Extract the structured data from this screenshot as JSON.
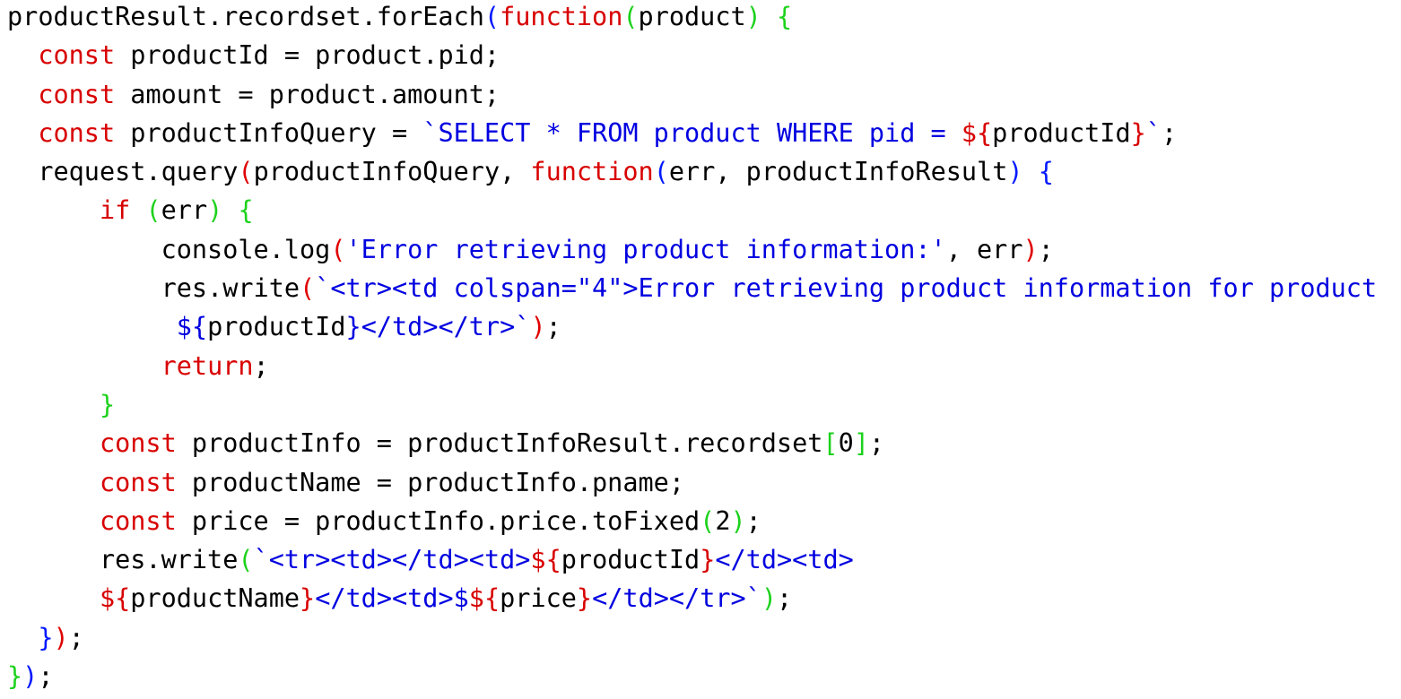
{
  "colors": {
    "plain": "#000000",
    "keyword": "#d80000",
    "string": "#0000e0",
    "bracket_green": "#1cd21c",
    "bracket_blue": "#0018ff",
    "bracket_red": "#e00000"
  },
  "code": {
    "lines": [
      [
        {
          "t": "productResult.recordset.forEach",
          "c": "plain"
        },
        {
          "t": "(",
          "c": "bracket_blue"
        },
        {
          "t": "function",
          "c": "keyword"
        },
        {
          "t": "(",
          "c": "bracket_green"
        },
        {
          "t": "product",
          "c": "plain"
        },
        {
          "t": ")",
          "c": "bracket_green"
        },
        {
          "t": " ",
          "c": "plain"
        },
        {
          "t": "{",
          "c": "bracket_green"
        }
      ],
      [
        {
          "t": "  ",
          "c": "plain"
        },
        {
          "t": "const",
          "c": "keyword"
        },
        {
          "t": " productId = product.pid;",
          "c": "plain"
        }
      ],
      [
        {
          "t": "  ",
          "c": "plain"
        },
        {
          "t": "const",
          "c": "keyword"
        },
        {
          "t": " amount = product.amount;",
          "c": "plain"
        }
      ],
      [
        {
          "t": "  ",
          "c": "plain"
        },
        {
          "t": "const",
          "c": "keyword"
        },
        {
          "t": " productInfoQuery = ",
          "c": "plain"
        },
        {
          "t": "`SELECT * FROM product WHERE pid = ",
          "c": "string"
        },
        {
          "t": "${",
          "c": "keyword"
        },
        {
          "t": "productId",
          "c": "plain"
        },
        {
          "t": "}",
          "c": "keyword"
        },
        {
          "t": "`",
          "c": "string"
        },
        {
          "t": ";",
          "c": "plain"
        }
      ],
      [
        {
          "t": "  request.query",
          "c": "plain"
        },
        {
          "t": "(",
          "c": "bracket_red"
        },
        {
          "t": "productInfoQuery, ",
          "c": "plain"
        },
        {
          "t": "function",
          "c": "keyword"
        },
        {
          "t": "(",
          "c": "bracket_blue"
        },
        {
          "t": "err, productInfoResult",
          "c": "plain"
        },
        {
          "t": ")",
          "c": "bracket_blue"
        },
        {
          "t": " ",
          "c": "plain"
        },
        {
          "t": "{",
          "c": "bracket_blue"
        }
      ],
      [
        {
          "t": "      ",
          "c": "plain"
        },
        {
          "t": "if",
          "c": "keyword"
        },
        {
          "t": " ",
          "c": "plain"
        },
        {
          "t": "(",
          "c": "bracket_green"
        },
        {
          "t": "err",
          "c": "plain"
        },
        {
          "t": ")",
          "c": "bracket_green"
        },
        {
          "t": " ",
          "c": "plain"
        },
        {
          "t": "{",
          "c": "bracket_green"
        }
      ],
      [
        {
          "t": "          console.log",
          "c": "plain"
        },
        {
          "t": "(",
          "c": "bracket_red"
        },
        {
          "t": "'Error retrieving product information:'",
          "c": "string"
        },
        {
          "t": ", err",
          "c": "plain"
        },
        {
          "t": ")",
          "c": "bracket_red"
        },
        {
          "t": ";",
          "c": "plain"
        }
      ],
      [
        {
          "t": "          res.write",
          "c": "plain"
        },
        {
          "t": "(",
          "c": "bracket_red"
        },
        {
          "t": "`<tr><td colspan=\"4\">Error retrieving product information for product",
          "c": "string"
        }
      ],
      [
        {
          "t": "           ",
          "c": "plain"
        },
        {
          "t": "${",
          "c": "string"
        },
        {
          "t": "productId",
          "c": "plain"
        },
        {
          "t": "}",
          "c": "string"
        },
        {
          "t": "</td></tr>`",
          "c": "string"
        },
        {
          "t": ")",
          "c": "bracket_red"
        },
        {
          "t": ";",
          "c": "plain"
        }
      ],
      [
        {
          "t": "          ",
          "c": "plain"
        },
        {
          "t": "return",
          "c": "keyword"
        },
        {
          "t": ";",
          "c": "plain"
        }
      ],
      [
        {
          "t": "      ",
          "c": "plain"
        },
        {
          "t": "}",
          "c": "bracket_green"
        }
      ],
      [
        {
          "t": "      ",
          "c": "plain"
        },
        {
          "t": "const",
          "c": "keyword"
        },
        {
          "t": " productInfo = productInfoResult.recordset",
          "c": "plain"
        },
        {
          "t": "[",
          "c": "bracket_green"
        },
        {
          "t": "0",
          "c": "plain"
        },
        {
          "t": "]",
          "c": "bracket_green"
        },
        {
          "t": ";",
          "c": "plain"
        }
      ],
      [
        {
          "t": "      ",
          "c": "plain"
        },
        {
          "t": "const",
          "c": "keyword"
        },
        {
          "t": " productName = productInfo.pname;",
          "c": "plain"
        }
      ],
      [
        {
          "t": "      ",
          "c": "plain"
        },
        {
          "t": "const",
          "c": "keyword"
        },
        {
          "t": " price = productInfo.price.toFixed",
          "c": "plain"
        },
        {
          "t": "(",
          "c": "bracket_green"
        },
        {
          "t": "2",
          "c": "plain"
        },
        {
          "t": ")",
          "c": "bracket_green"
        },
        {
          "t": ";",
          "c": "plain"
        }
      ],
      [
        {
          "t": "      res.write",
          "c": "plain"
        },
        {
          "t": "(",
          "c": "bracket_green"
        },
        {
          "t": "`<tr><td></td><td>",
          "c": "string"
        },
        {
          "t": "${",
          "c": "keyword"
        },
        {
          "t": "productId",
          "c": "plain"
        },
        {
          "t": "}",
          "c": "keyword"
        },
        {
          "t": "</td><td>",
          "c": "string"
        }
      ],
      [
        {
          "t": "      ",
          "c": "plain"
        },
        {
          "t": "${",
          "c": "keyword"
        },
        {
          "t": "productName",
          "c": "plain"
        },
        {
          "t": "}",
          "c": "keyword"
        },
        {
          "t": "</td><td>$",
          "c": "string"
        },
        {
          "t": "${",
          "c": "keyword"
        },
        {
          "t": "price",
          "c": "plain"
        },
        {
          "t": "}",
          "c": "keyword"
        },
        {
          "t": "</td></tr>`",
          "c": "string"
        },
        {
          "t": ")",
          "c": "bracket_green"
        },
        {
          "t": ";",
          "c": "plain"
        }
      ],
      [
        {
          "t": "  ",
          "c": "plain"
        },
        {
          "t": "}",
          "c": "bracket_blue"
        },
        {
          "t": ")",
          "c": "bracket_red"
        },
        {
          "t": ";",
          "c": "plain"
        }
      ],
      [
        {
          "t": "}",
          "c": "bracket_green"
        },
        {
          "t": ")",
          "c": "bracket_blue"
        },
        {
          "t": ";",
          "c": "plain"
        }
      ]
    ]
  }
}
